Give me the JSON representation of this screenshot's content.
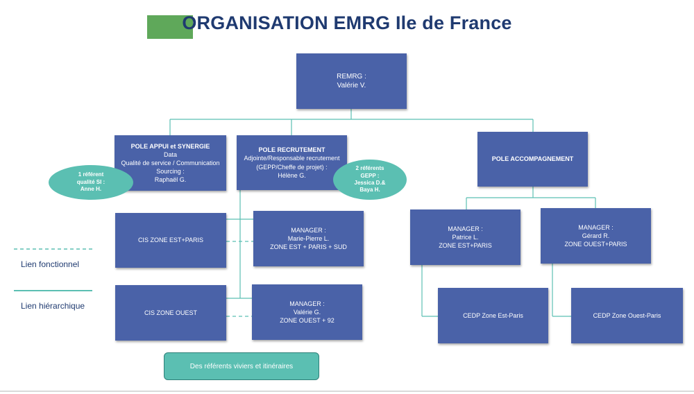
{
  "title": {
    "accent": "OR",
    "rest": "GANISATION EMRG Ile de France"
  },
  "nodes": {
    "remrg": {
      "line1": "REMRG :",
      "line2": "Valérie V."
    },
    "pole_appui": {
      "title": "POLE APPUI et SYNERGIE",
      "l1": "Data",
      "l2": "Qualité de service / Communication",
      "l3": "Sourcing  :",
      "l4": "Raphaël G."
    },
    "pole_recrutement": {
      "title": "POLE RECRUTEMENT",
      "l1": "Adjointe/Responsable recrutement",
      "l2": "(GEPP/Cheffe de projet) :",
      "l3": "Hélène G."
    },
    "pole_accompagnement": {
      "title": "POLE ACCOMPAGNEMENT"
    },
    "cis_est": {
      "label": "CIS ZONE EST+PARIS"
    },
    "cis_ouest": {
      "label": "CIS ZONE OUEST"
    },
    "manager_marie": {
      "l1": "MANAGER :",
      "l2": "Marie-Pierre L.",
      "l3": "ZONE EST + PARIS + SUD"
    },
    "manager_valerie": {
      "l1": "MANAGER :",
      "l2": "Valérie G.",
      "l3": "ZONE OUEST + 92"
    },
    "manager_patrice": {
      "l1": "MANAGER :",
      "l2": "Patrice L.",
      "l3": "ZONE EST+PARIS"
    },
    "manager_gerard": {
      "l1": "MANAGER :",
      "l2": "Gérard R.",
      "l3": "ZONE OUEST+PARIS"
    },
    "cedp_est": {
      "label": "CEDP Zone Est-Paris"
    },
    "cedp_ouest": {
      "label": "CEDP Zone Ouest-Paris"
    }
  },
  "callouts": {
    "referent_si": {
      "l1": "1 référent",
      "l2": "qualité SI :",
      "l3": "Anne H."
    },
    "referents_gepp": {
      "l1": "2 référents",
      "l2": "GEPP :",
      "l3": "Jessica D.&",
      "l4": "Baya H."
    }
  },
  "legend": {
    "functional": "Lien fonctionnel",
    "hierarchical": "Lien hiérarchique"
  },
  "footer_tag": "Des référents viviers et itinéraires",
  "colors": {
    "box": "#4a62a8",
    "teal": "#5bbfb2",
    "title": "#1f3a70",
    "accent": "#5fa85a",
    "line": "#5bbfb2"
  }
}
